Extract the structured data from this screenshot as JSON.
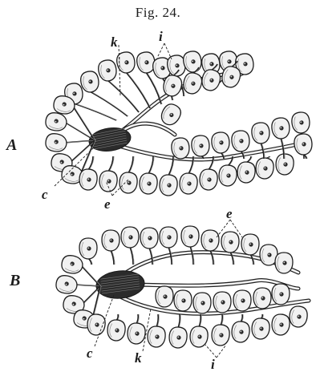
{
  "figure": {
    "title": "Fig. 24.",
    "panels": [
      {
        "name": "A",
        "labels": {
          "k": "k",
          "i": "i",
          "c": "c",
          "e": "e"
        }
      },
      {
        "name": "B",
        "labels": {
          "e": "e",
          "c": "c",
          "k": "k",
          "i": "i"
        }
      }
    ]
  }
}
